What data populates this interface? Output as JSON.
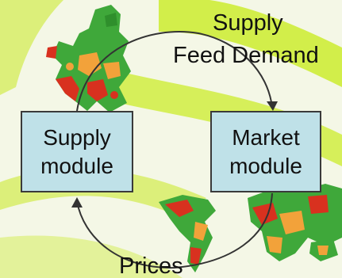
{
  "diagram": {
    "left_box": {
      "line1": "Supply",
      "line2": "module"
    },
    "right_box": {
      "line1": "Market",
      "line2": "module"
    },
    "top_label": {
      "line1": "Supply",
      "line2": "Feed Demand"
    },
    "bottom_label": "Prices"
  },
  "colors": {
    "background": "#f4f7e6",
    "swirl_green": "#d2ee4a",
    "box_fill": "#bfe1e8",
    "box_border": "#3a3a3a",
    "map_green": "#3fa83a",
    "map_orange": "#f2a23a",
    "map_red": "#d8311f",
    "arrow": "#333333"
  },
  "icons": [
    "europe-map-icon",
    "world-map-icon"
  ]
}
